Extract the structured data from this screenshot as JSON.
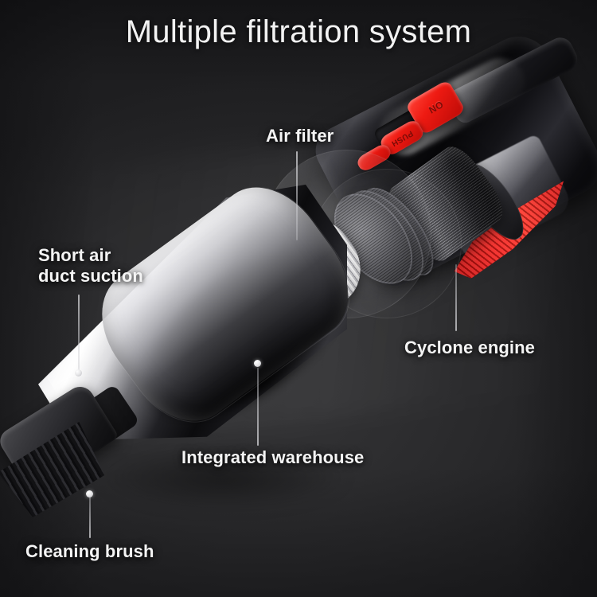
{
  "header": {
    "title": "Multiple filtration system"
  },
  "callouts": [
    {
      "id": "air-filter",
      "label": "Air filter"
    },
    {
      "id": "short-air-duct-suction",
      "label": "Short air\nduct suction"
    },
    {
      "id": "cyclone-engine",
      "label": "Cyclone engine"
    },
    {
      "id": "integrated-warehouse",
      "label": "Integrated warehouse"
    },
    {
      "id": "cleaning-brush",
      "label": "Cleaning brush"
    }
  ],
  "product": {
    "buttons": {
      "power_label": "ON",
      "release_label": "PUSH"
    }
  },
  "colors": {
    "background_dark": "#242426",
    "background_mid": "#2e2e30",
    "text_primary": "#f4f4f4",
    "accent_red": "#f0201c",
    "leader_line": "#e1e1e4"
  }
}
